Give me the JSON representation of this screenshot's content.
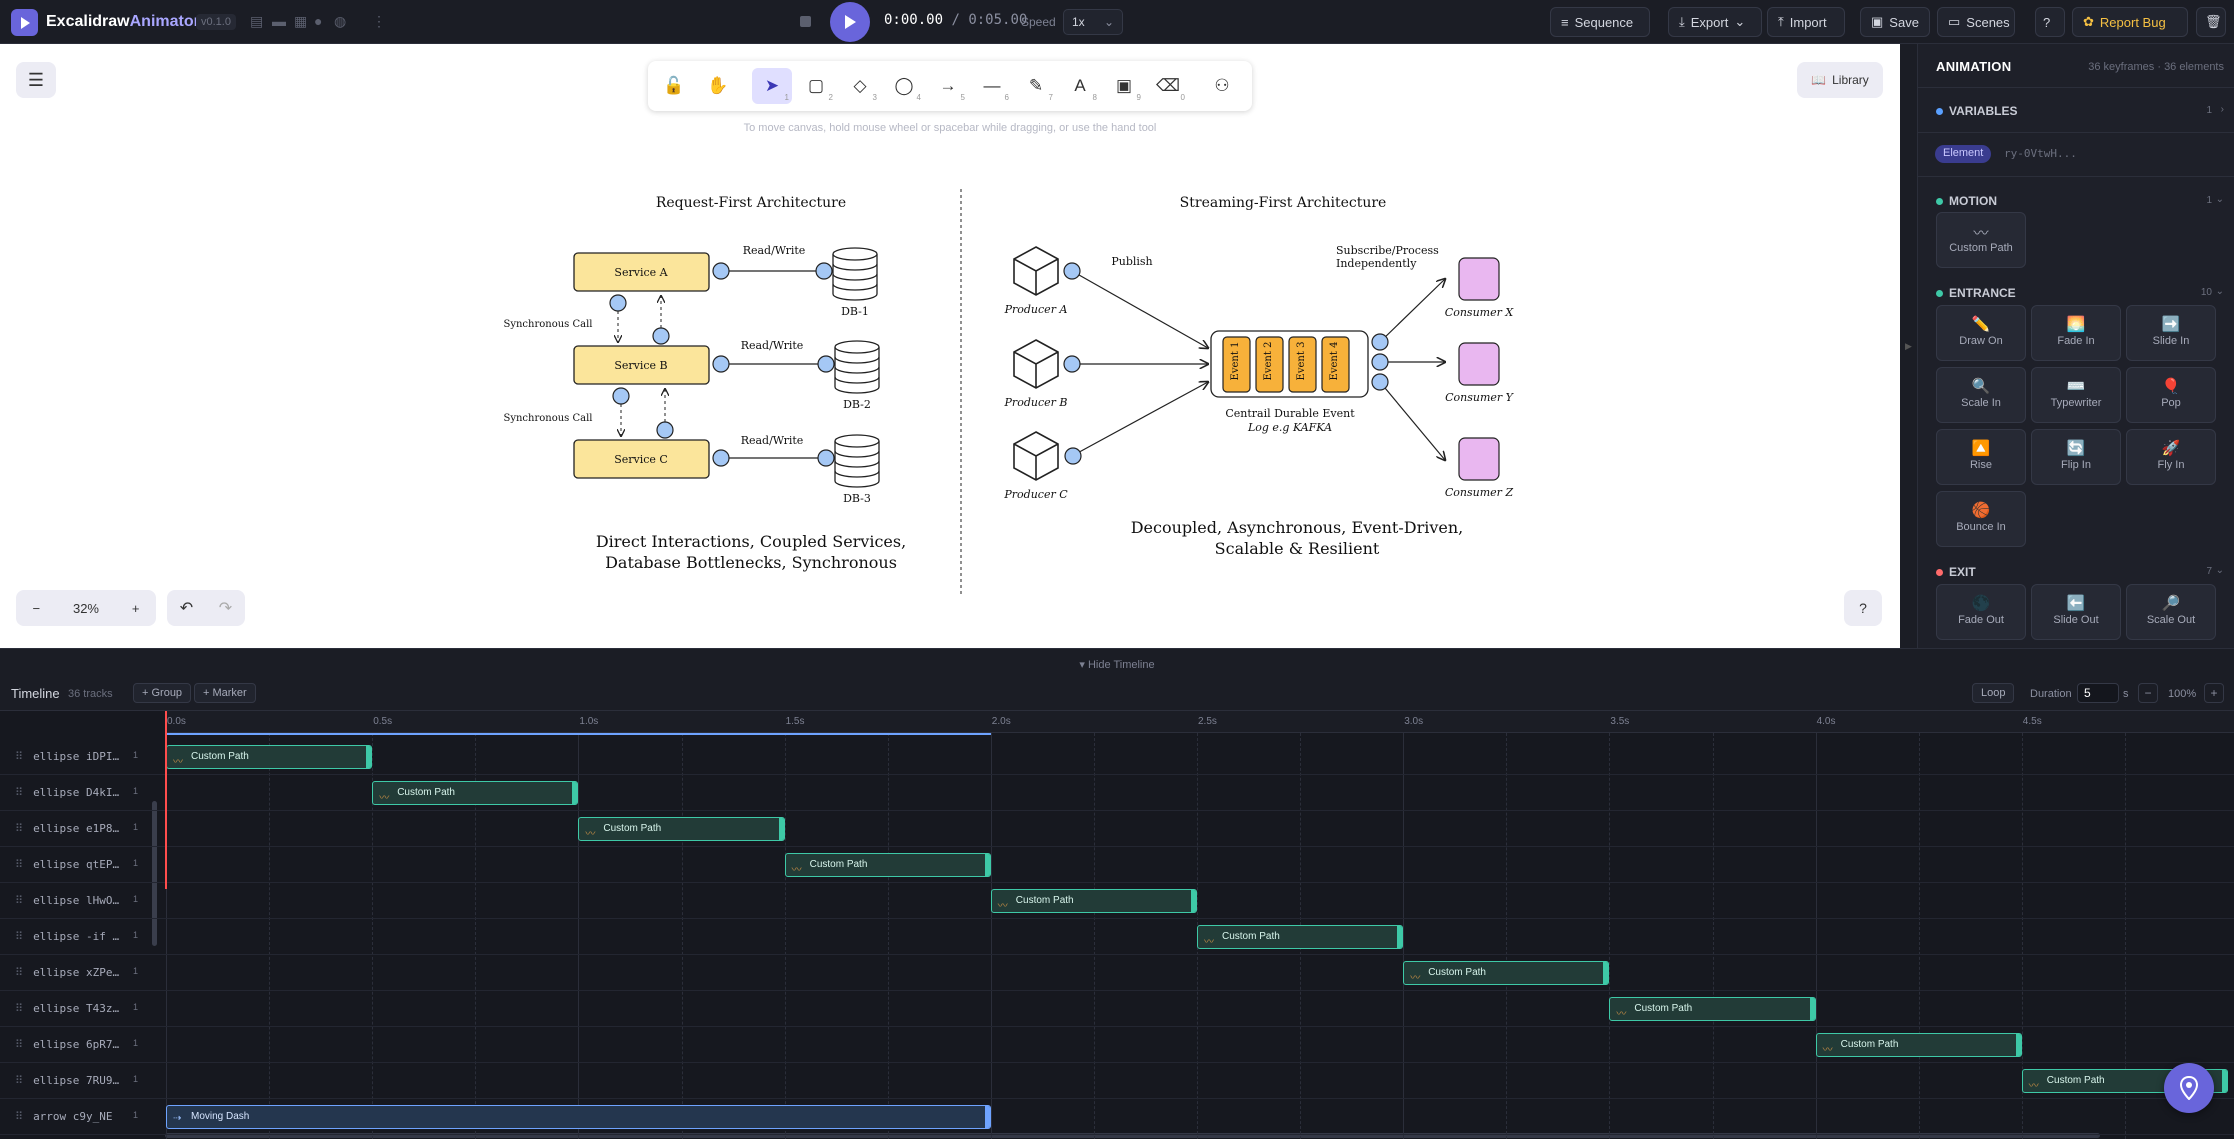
{
  "app": {
    "brand_a": "Excalidraw",
    "brand_b": "Animator",
    "version": "v0.1.0"
  },
  "playback": {
    "current": "0:00.00",
    "separator": "/",
    "total": "0:05.00",
    "speed_label": "Speed",
    "speed_value": "1x"
  },
  "header_buttons": {
    "sequence": "Sequence",
    "export": "Export",
    "import": "Import",
    "save": "Save",
    "scenes": "Scenes",
    "report_bug": "Report Bug"
  },
  "canvas": {
    "hint": "To move canvas, hold mouse wheel or spacebar while dragging, or use the hand tool",
    "library": "Library",
    "zoom": "32%",
    "tools": [
      {
        "icon": "lock-icon",
        "glyph": "🔓",
        "key": ""
      },
      {
        "icon": "hand-icon",
        "glyph": "✋",
        "key": ""
      },
      {
        "icon": "pointer-icon",
        "glyph": "➤",
        "key": "1"
      },
      {
        "icon": "rectangle-icon",
        "glyph": "▢",
        "key": "2"
      },
      {
        "icon": "diamond-icon",
        "glyph": "◇",
        "key": "3"
      },
      {
        "icon": "ellipse-icon",
        "glyph": "◯",
        "key": "4"
      },
      {
        "icon": "arrow-icon",
        "glyph": "→",
        "key": "5"
      },
      {
        "icon": "line-icon",
        "glyph": "—",
        "key": "6"
      },
      {
        "icon": "pencil-icon",
        "glyph": "✎",
        "key": "7"
      },
      {
        "icon": "text-icon",
        "glyph": "A",
        "key": "8"
      },
      {
        "icon": "image-icon",
        "glyph": "▣",
        "key": "9"
      },
      {
        "icon": "eraser-icon",
        "glyph": "⌫",
        "key": "0"
      },
      {
        "icon": "shapes-icon",
        "glyph": "⚇",
        "key": ""
      }
    ]
  },
  "diagram": {
    "left_title": "Request-First Architecture",
    "right_title": "Streaming-First Architecture",
    "services": [
      "Service A",
      "Service B",
      "Service C"
    ],
    "dbs": [
      "DB-1",
      "DB-2",
      "DB-3"
    ],
    "read_write": "Read/Write",
    "sync_call": "Synchronous Call",
    "left_caption_1": "Direct Interactions, Coupled Services,",
    "left_caption_2": "Database Bottlenecks, Synchronous",
    "producers": [
      "Producer A",
      "Producer B",
      "Producer C"
    ],
    "publish": "Publish",
    "subscribe_1": "Subscribe/Process",
    "subscribe_2": "Independently",
    "events": [
      "Event 1",
      "Event 2",
      "Event 3",
      "Event 4"
    ],
    "log_1": "Centrail Durable Event",
    "log_2": "Log e.g KAFKA",
    "consumers": [
      "Consumer X",
      "Consumer Y",
      "Consumer Z"
    ],
    "right_caption_1": "Decoupled, Asynchronous, Event-Driven,",
    "right_caption_2": "Scalable & Resilient"
  },
  "panel": {
    "title": "ANIMATION",
    "meta": "36 keyframes · 36 elements",
    "variables": {
      "label": "VARIABLES",
      "count": "1",
      "pill": "Element",
      "value": "ry-0VtwH..."
    },
    "motion": {
      "label": "MOTION",
      "count": "1",
      "items": [
        {
          "label": "Custom Path",
          "glyph": "〰",
          "icon": "custom-path-icon"
        }
      ]
    },
    "entrance": {
      "label": "ENTRANCE",
      "count": "10",
      "items": [
        {
          "label": "Draw On",
          "glyph": "✏️",
          "icon": "pencil-icon"
        },
        {
          "label": "Fade In",
          "glyph": "🌅",
          "icon": "sunrise-icon"
        },
        {
          "label": "Slide In",
          "glyph": "➡️",
          "icon": "arrow-right-icon"
        },
        {
          "label": "Scale In",
          "glyph": "🔍",
          "icon": "magnifier-icon"
        },
        {
          "label": "Typewriter",
          "glyph": "⌨️",
          "icon": "keyboard-icon"
        },
        {
          "label": "Pop",
          "glyph": "🎈",
          "icon": "balloon-icon"
        },
        {
          "label": "Rise",
          "glyph": "🔼",
          "icon": "up-icon"
        },
        {
          "label": "Flip In",
          "glyph": "🔄",
          "icon": "flip-icon"
        },
        {
          "label": "Fly In",
          "glyph": "🚀",
          "icon": "rocket-icon"
        },
        {
          "label": "Bounce In",
          "glyph": "🏀",
          "icon": "ball-icon"
        }
      ]
    },
    "exit": {
      "label": "EXIT",
      "count": "7",
      "items": [
        {
          "label": "Fade Out",
          "glyph": "🌑",
          "icon": "moon-icon"
        },
        {
          "label": "Slide Out",
          "glyph": "⬅️",
          "icon": "arrow-left-icon"
        },
        {
          "label": "Scale Out",
          "glyph": "🔎",
          "icon": "magnifier-icon"
        }
      ]
    }
  },
  "timeline": {
    "hide": "▾ Hide Timeline",
    "label": "Timeline",
    "tracks_count": "36 tracks",
    "group": "+ Group",
    "marker": "+ Marker",
    "loop": "Loop",
    "duration_label": "Duration",
    "duration_value": "5",
    "unit": "s",
    "zoom": "100%",
    "ticks": [
      "0.0s",
      "0.5s",
      "1.0s",
      "1.5s",
      "2.0s",
      "2.5s",
      "3.0s",
      "3.5s",
      "4.0s",
      "4.5s"
    ],
    "rows": [
      {
        "name": "ellipse iDPI…",
        "n": "1",
        "clip": "Custom Path",
        "start": 0.0,
        "end": 0.5,
        "kind": "path"
      },
      {
        "name": "ellipse D4kI…",
        "n": "1",
        "clip": "Custom Path",
        "start": 0.5,
        "end": 1.0,
        "kind": "path"
      },
      {
        "name": "ellipse e1P8…",
        "n": "1",
        "clip": "Custom Path",
        "start": 1.0,
        "end": 1.5,
        "kind": "path"
      },
      {
        "name": "ellipse qtEP…",
        "n": "1",
        "clip": "Custom Path",
        "start": 1.5,
        "end": 2.0,
        "kind": "path"
      },
      {
        "name": "ellipse lHwO…",
        "n": "1",
        "clip": "Custom Path",
        "start": 2.0,
        "end": 2.5,
        "kind": "path"
      },
      {
        "name": "ellipse -if …",
        "n": "1",
        "clip": "Custom Path",
        "start": 2.5,
        "end": 3.0,
        "kind": "path"
      },
      {
        "name": "ellipse xZPe…",
        "n": "1",
        "clip": "Custom Path",
        "start": 3.0,
        "end": 3.5,
        "kind": "path"
      },
      {
        "name": "ellipse T43z…",
        "n": "1",
        "clip": "Custom Path",
        "start": 3.5,
        "end": 4.0,
        "kind": "path"
      },
      {
        "name": "ellipse 6pR7…",
        "n": "1",
        "clip": "Custom Path",
        "start": 4.0,
        "end": 4.5,
        "kind": "path"
      },
      {
        "name": "ellipse 7RU9…",
        "n": "1",
        "clip": "Custom Path",
        "start": 4.5,
        "end": 5.0,
        "kind": "path"
      },
      {
        "name": "arrow c9y_NE",
        "n": "1",
        "clip": "Moving Dash",
        "start": 0.0,
        "end": 2.0,
        "kind": "dash"
      }
    ]
  }
}
